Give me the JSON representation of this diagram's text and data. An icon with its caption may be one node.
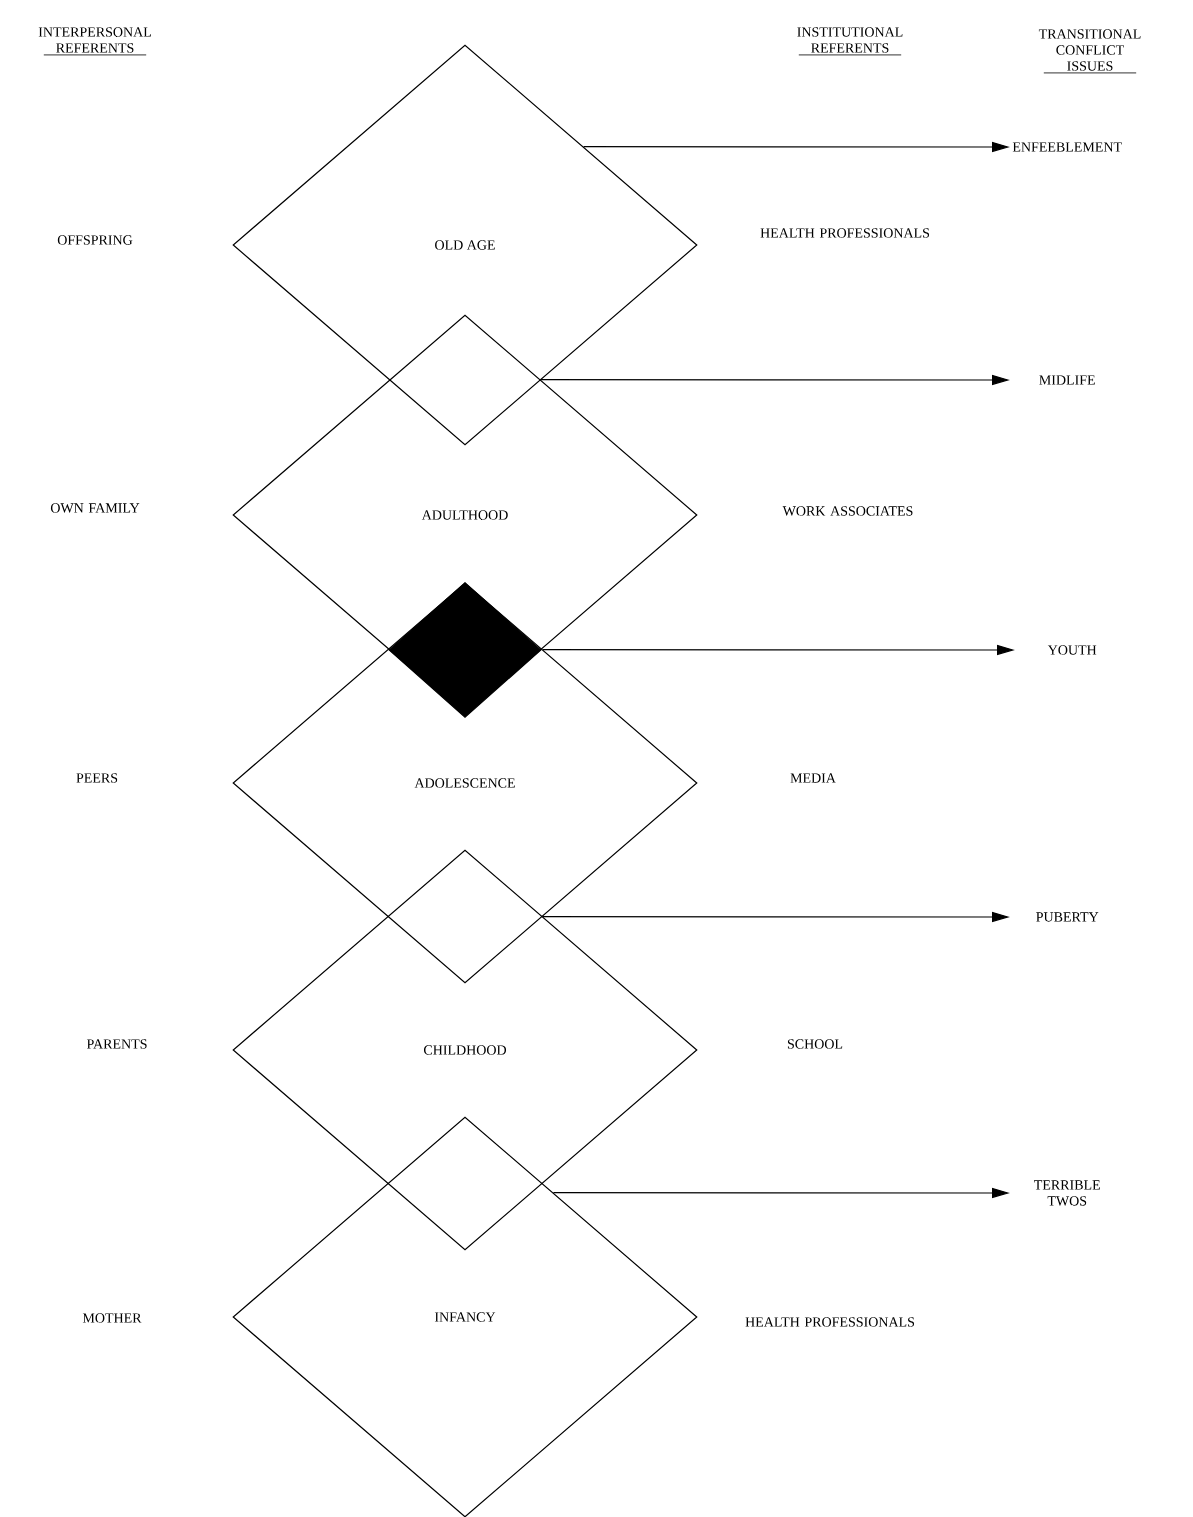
{
  "diagram": {
    "nodes": [
      {
        "text": [
          "OLD AGE"
        ]
      },
      {
        "text": [
          "ADULTHOOD"
        ]
      },
      {
        "text": [],
        "shape": "diamond"
      },
      {
        "text": [
          "ADOLESCENCE"
        ]
      },
      {
        "text": [
          "CHILDHOOD"
        ]
      },
      {
        "text": [
          "INFANCY"
        ]
      },
      {
        "text": [
          "ENFEEBLEMENT"
        ]
      },
      {
        "text": [
          "MIDLIFE"
        ]
      },
      {
        "text": [
          "YOUTH"
        ]
      },
      {
        "text": [
          "PUBERTY"
        ]
      },
      {
        "text": [
          "TERRIBLE TWOS"
        ]
      }
    ],
    "edges": [
      {
        "from": 0,
        "to": 6,
        "arrow": "to"
      },
      {
        "from": 1,
        "to": 7,
        "arrow": "to"
      },
      {
        "from": 3,
        "to": 8,
        "arrow": "to"
      },
      {
        "from": 4,
        "to": 9,
        "arrow": "to"
      },
      {
        "from": 5,
        "to": 10,
        "arrow": "to"
      }
    ],
    "labels": [
      "INTERPERSONAL REFERENTS",
      "INSTITUTIONAL REFERENTS",
      "TRANSITIONAL CONFLICT ISSUES",
      "OFFSPRING",
      "HEALTH PROFESSIONALS",
      "OWN FAMILY",
      "WORK ASSOCIATES",
      "PEERS",
      "MEDIA",
      "PARENTS",
      "SCHOOL",
      "MOTHER",
      "HEALTH PROFESSIONALS"
    ]
  }
}
